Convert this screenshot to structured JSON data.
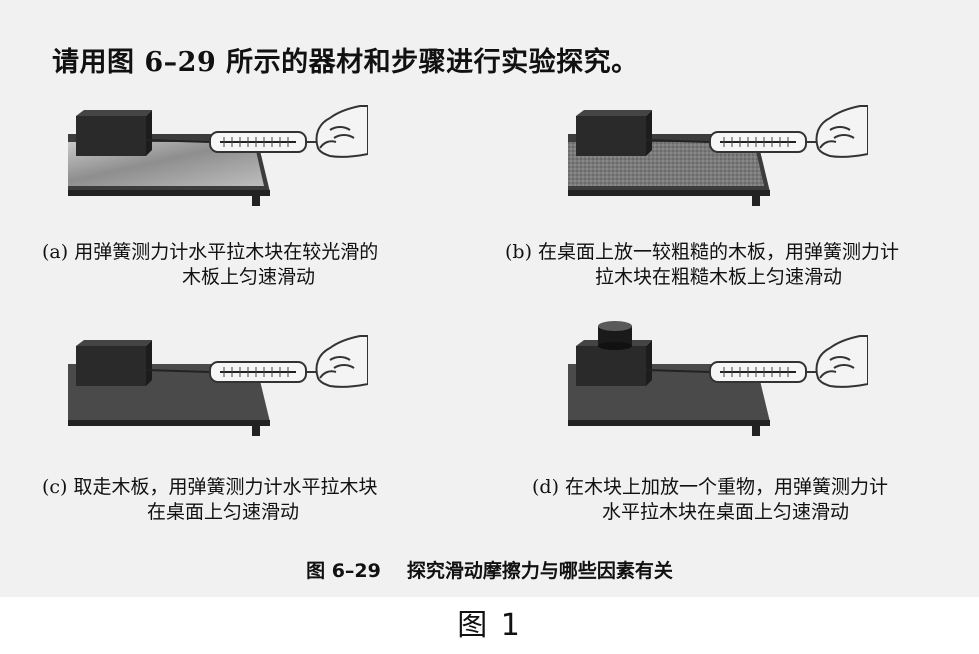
{
  "intro": "请用图 6–29 所示的器材和步骤进行实验探究。",
  "panels": [
    {
      "id": "a",
      "line1": "(a) 用弹簧测力计水平拉木块在较光滑的",
      "line2": "木板上匀速滑动"
    },
    {
      "id": "b",
      "line1": "(b) 在桌面上放一较粗糙的木板，用弹簧测力计",
      "line2": "拉木块在粗糙木板上匀速滑动"
    },
    {
      "id": "c",
      "line1": "(c) 取走木板，用弹簧测力计水平拉木块",
      "line2": "在桌面上匀速滑动"
    },
    {
      "id": "d",
      "line1": "(d) 在木块上加放一个重物，用弹簧测力计",
      "line2": "水平拉木块在桌面上匀速滑动"
    }
  ],
  "figure_caption": {
    "number": "图 6–29",
    "title": "探究滑动摩擦力与哪些因素有关"
  },
  "figure_label": "图 1"
}
